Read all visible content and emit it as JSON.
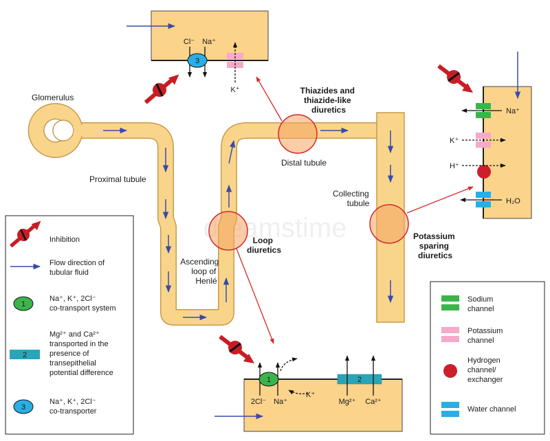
{
  "labels": {
    "glomerulus": "Glomerulus",
    "proximal_tubule": "Proximal tubule",
    "distal_tubule": "Distal tubule",
    "collecting_tubule_1": "Collecting",
    "collecting_tubule_2": "tubule",
    "ascending_1": "Ascending",
    "ascending_2": "loop of",
    "ascending_3": "Henlé",
    "thiazides_1": "Thiazides and",
    "thiazides_2": "thiazide-like",
    "thiazides_3": "diuretics",
    "loop_1": "Loop",
    "loop_2": "diuretics",
    "potassium_1": "Potassium",
    "potassium_2": "sparing",
    "potassium_3": "diuretics"
  },
  "top_panel": {
    "cl": "Cl⁻",
    "na": "Na⁺",
    "k": "K⁺",
    "transporter_num": "3"
  },
  "right_panel": {
    "na": "Na⁺",
    "k": "K⁺",
    "h": "H⁺",
    "h2o": "H₂O"
  },
  "bottom_panel": {
    "cl2": "2Cl⁻",
    "na": "Na⁺",
    "k": "K⁺",
    "mg": "Mg²⁺",
    "ca": "Ca²⁺",
    "cotransport_num": "1",
    "channel_num": "2"
  },
  "legend_left": {
    "inhibition": "Inhibition",
    "flow_1": "Flow direction of",
    "flow_2": "tubular fluid",
    "item1_num": "1",
    "item1_1": "Na⁺, K⁺, 2Cl⁻",
    "item1_2": "co-transport system",
    "item2_num": "2",
    "item2_1": "Mg²⁺ and Ca²⁺",
    "item2_2": "transported in the",
    "item2_3": "presence of",
    "item2_4": "transepithelial",
    "item2_5": "potential difference",
    "item3_num": "3",
    "item3_1": "Na⁺, K⁺, 2Cl⁻",
    "item3_2": "co-transporter"
  },
  "legend_right": {
    "sodium_1": "Sodium",
    "sodium_2": "channel",
    "potassium_1": "Potassium",
    "potassium_2": "channel",
    "hydrogen_1": "Hydrogen",
    "hydrogen_2": "channel/",
    "hydrogen_3": "exchanger",
    "water": "Water channel"
  },
  "watermark": "dreamstime",
  "colors": {
    "tubule_fill": "#f9d58c",
    "tubule_stroke": "#c99a4a",
    "panel_fill": "#fbd38a",
    "arrow_blue": "#3a4aa8",
    "red": "#d22a2a",
    "green": "#3bb54a",
    "pink": "#f6a9c9",
    "teal": "#2aa5b8",
    "cyan": "#29aee6",
    "hydrogen": "#cc1f2a"
  }
}
